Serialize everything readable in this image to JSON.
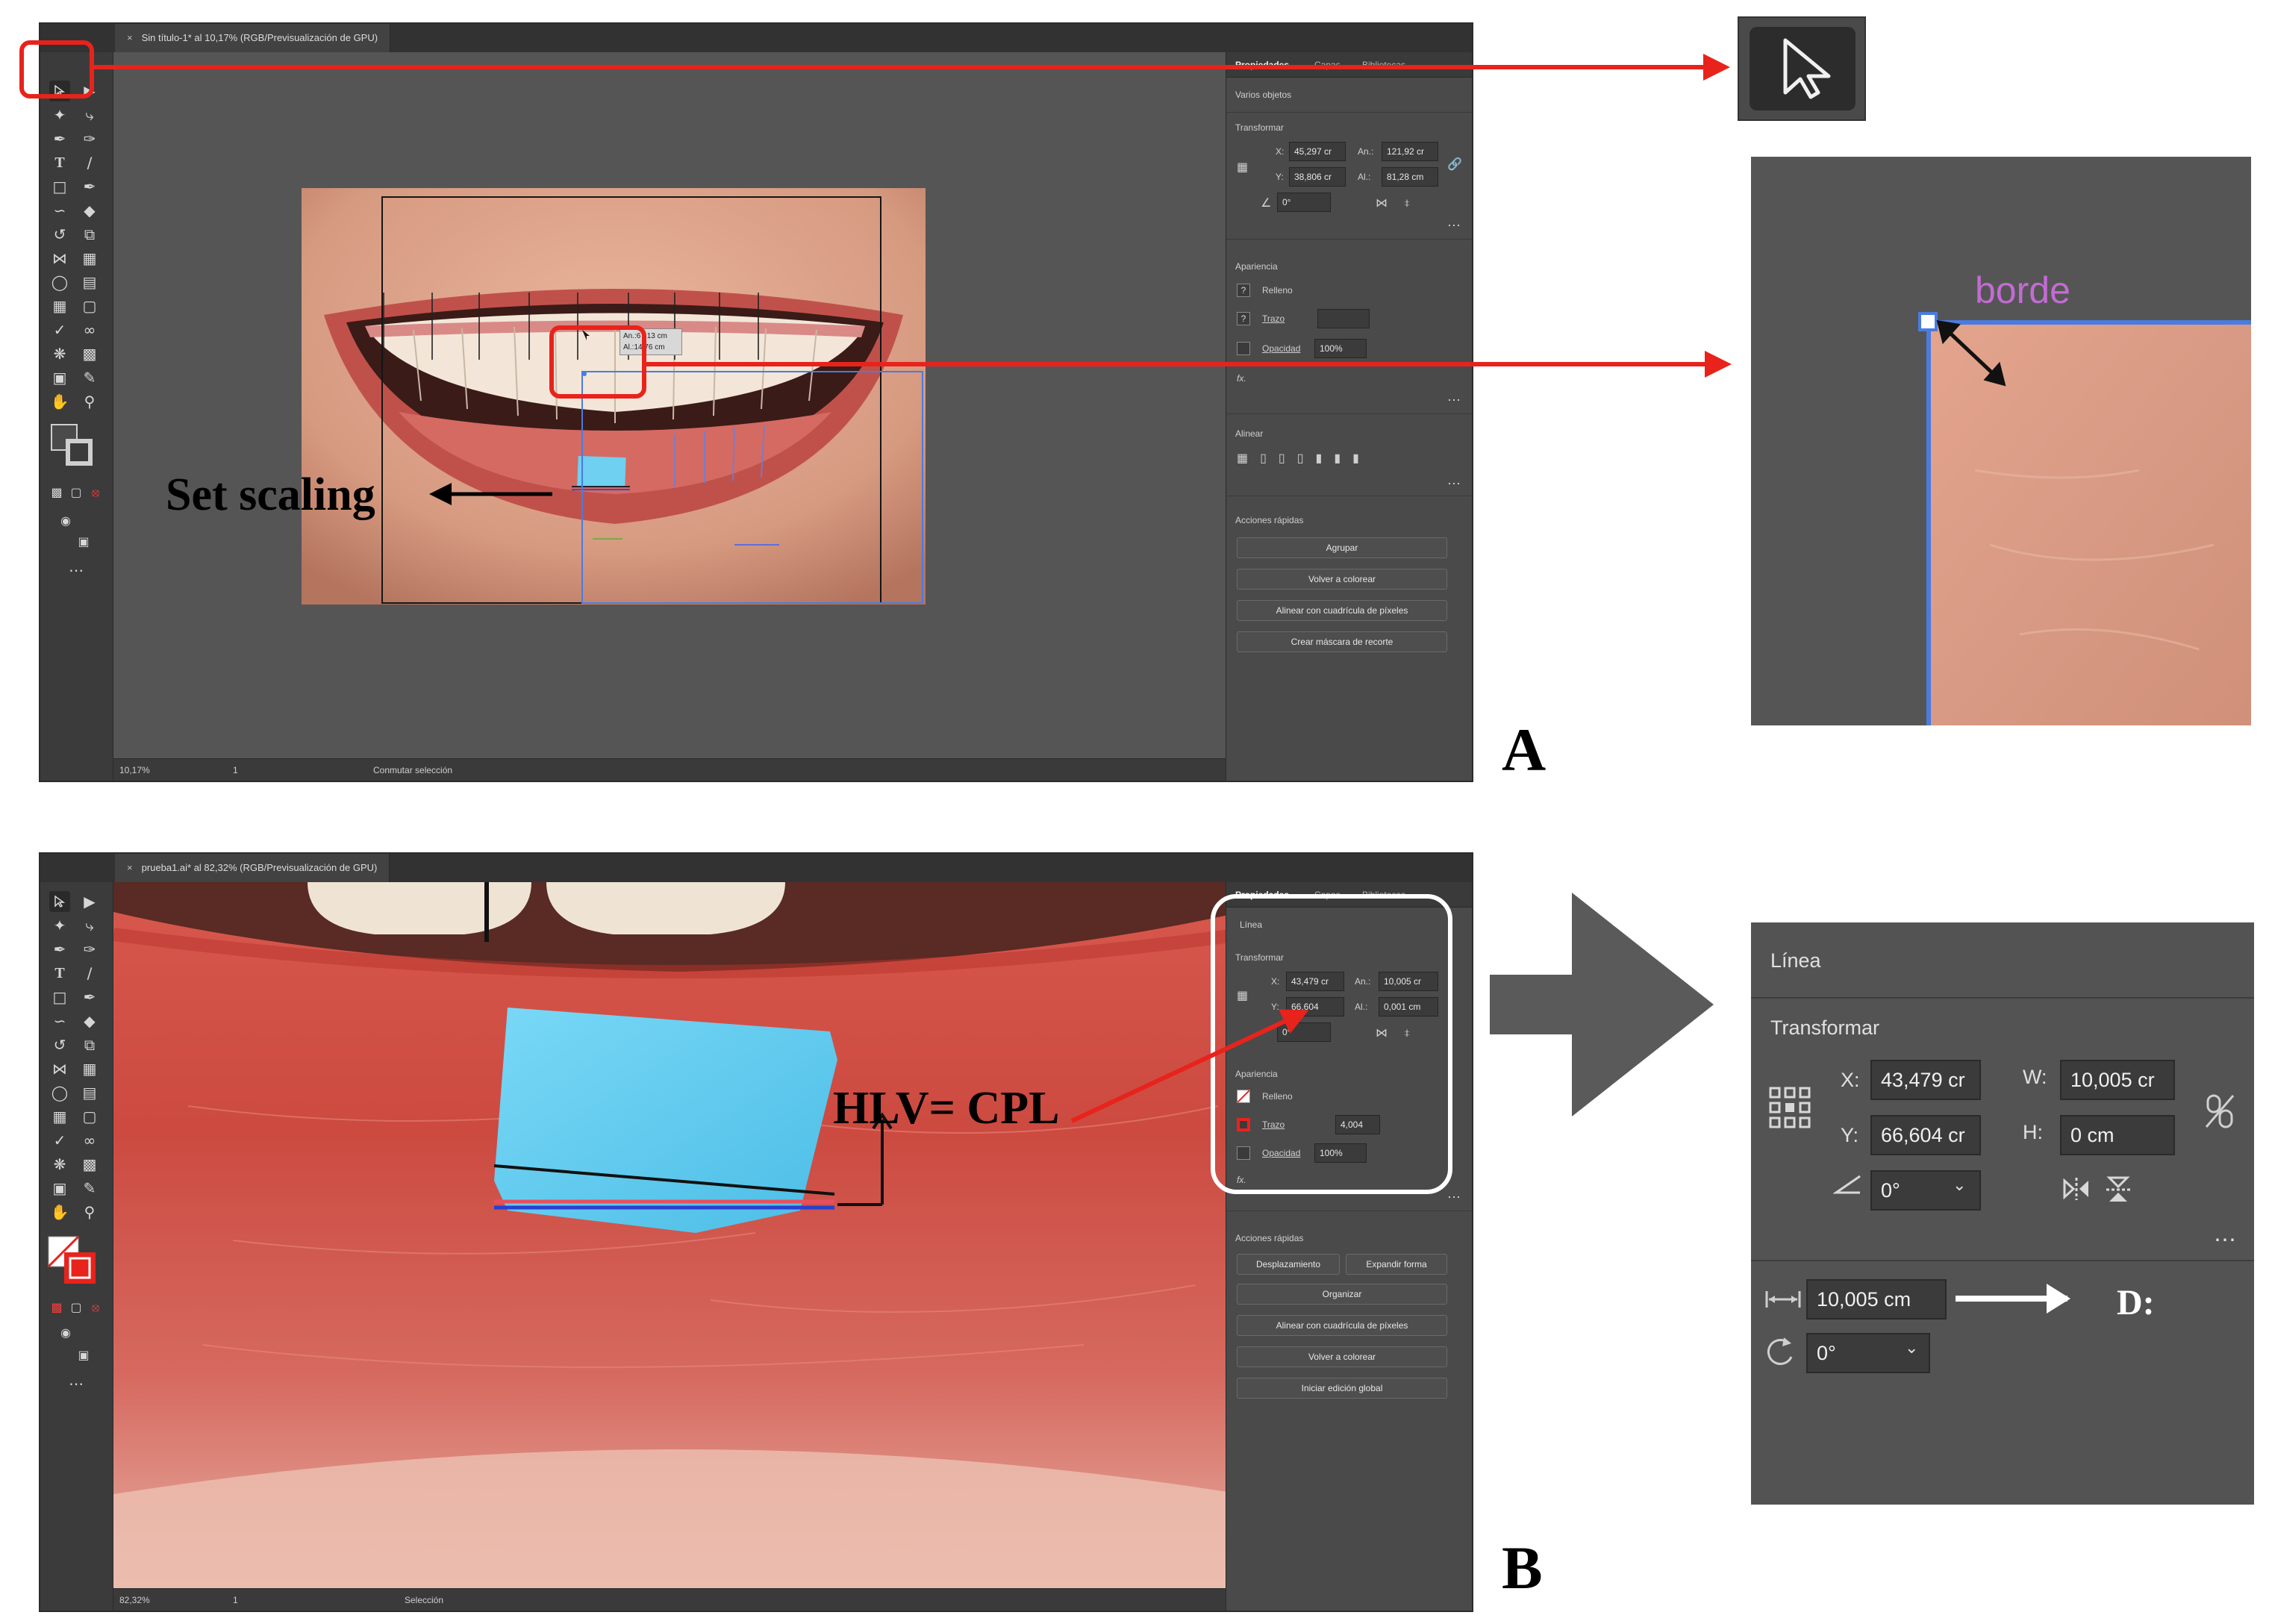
{
  "panel_a": {
    "doc_tab": "Sin título-1* al 10,17% (RGB/Previsualización de GPU)",
    "zoom": "10,17%",
    "artboard": "1",
    "status": "Conmutar selección",
    "panel_tabs": [
      "Propiedades",
      "Capas",
      "Bibliotecas"
    ],
    "selection_type": "Varios objetos",
    "transform_title": "Transformar",
    "x_label": "X:",
    "x_value": "45,297 cr",
    "y_label": "Y:",
    "y_value": "38,806 cr",
    "w_label": "An.:",
    "w_value": "121,92 cr",
    "h_label": "Al.:",
    "h_value": "81,28 cm",
    "angle": "0°",
    "appearance_title": "Apariencia",
    "fill_label": "Relleno",
    "stroke_label": "Trazo",
    "opacity_label": "Opacidad",
    "opacity_value": "100%",
    "fx": "fx.",
    "align_title": "Alinear",
    "quick_actions_title": "Acciones rápidas",
    "buttons": [
      "Agrupar",
      "Volver a colorear",
      "Alinear con cuadrícula de píxeles",
      "Crear máscara de recorte"
    ],
    "tooltip_line1": "An.:67,13 cm",
    "tooltip_line2": "Al.:14,76 cm",
    "callout": "Set scaling",
    "letter": "A",
    "zoom_label": "borde"
  },
  "panel_b": {
    "doc_tab": "prueba1.ai* al 82,32% (RGB/Previsualización de GPU)",
    "zoom": "82,32%",
    "artboard": "1",
    "status": "Selección",
    "panel_tabs": [
      "Propiedades",
      "Capas",
      "Bibliotecas"
    ],
    "selection_type": "Línea",
    "transform_title": "Transformar",
    "x_label": "X:",
    "x_value": "43,479 cr",
    "y_label": "Y:",
    "y_value": "66,604",
    "w_label": "An.:",
    "w_value": "10,005 cr",
    "h_label": "Al.:",
    "h_value": "0,001 cm",
    "angle": "0°",
    "appearance_title": "Apariencia",
    "fill_label": "Relleno",
    "stroke_label": "Trazo",
    "stroke_value": "4,004",
    "opacity_label": "Opacidad",
    "opacity_value": "100%",
    "fx": "fx.",
    "quick_actions_title": "Acciones rápidas",
    "button_row": [
      "Desplazamiento",
      "Expandir forma"
    ],
    "buttons": [
      "Organizar",
      "Alinear con cuadrícula de píxeles",
      "Volver a colorear",
      "Iniciar edición global"
    ],
    "callout": "HLV= CPL",
    "letter": "B"
  },
  "inset": {
    "title": "Línea",
    "transform_title": "Transformar",
    "x_label": "X:",
    "x_value": "43,479 cr",
    "y_label": "Y:",
    "y_value": "66,604 cr",
    "w_label": "W:",
    "w_value": "10,005 cr",
    "h_label": "H:",
    "h_value": "0 cm",
    "angle": "0°",
    "length_value": "10,005 cm",
    "rotation_value": "0°",
    "d_label": "D:"
  },
  "colors": {
    "highlight_red": "#e8231c",
    "ui_dark": "#535353",
    "panel_bg": "#4a4a4a",
    "selection_blue": "#4a7be0",
    "ruler_cyan": "#5ec8ec"
  }
}
